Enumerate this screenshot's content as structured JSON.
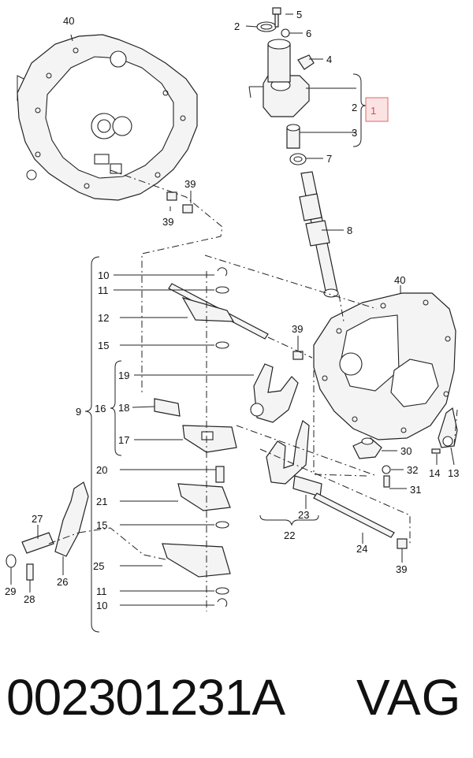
{
  "diagram": {
    "highlight_color": "#e06a6a",
    "highlight_fill": "#fbe3e3",
    "callouts": {
      "c1": "1",
      "c2": "2",
      "c2b": "2",
      "c3": "3",
      "c4": "4",
      "c5": "5",
      "c6": "6",
      "c7": "7",
      "c8": "8",
      "c9": "9",
      "c10a": "10",
      "c10b": "10",
      "c11a": "11",
      "c11b": "11",
      "c12": "12",
      "c13": "13",
      "c14": "14",
      "c15a": "15",
      "c15b": "15",
      "c16": "16",
      "c17": "17",
      "c18": "18",
      "c19": "19",
      "c20": "20",
      "c21": "21",
      "c22": "22",
      "c23": "23",
      "c24": "24",
      "c25": "25",
      "c26": "26",
      "c27": "27",
      "c28": "28",
      "c29": "29",
      "c30": "30",
      "c31": "31",
      "c32": "32",
      "c39a": "39",
      "c39b": "39",
      "c39c": "39",
      "c39d": "39",
      "c40a": "40",
      "c40b": "40"
    }
  },
  "footer": {
    "part_number": "002301231A",
    "brand": "VAG"
  }
}
